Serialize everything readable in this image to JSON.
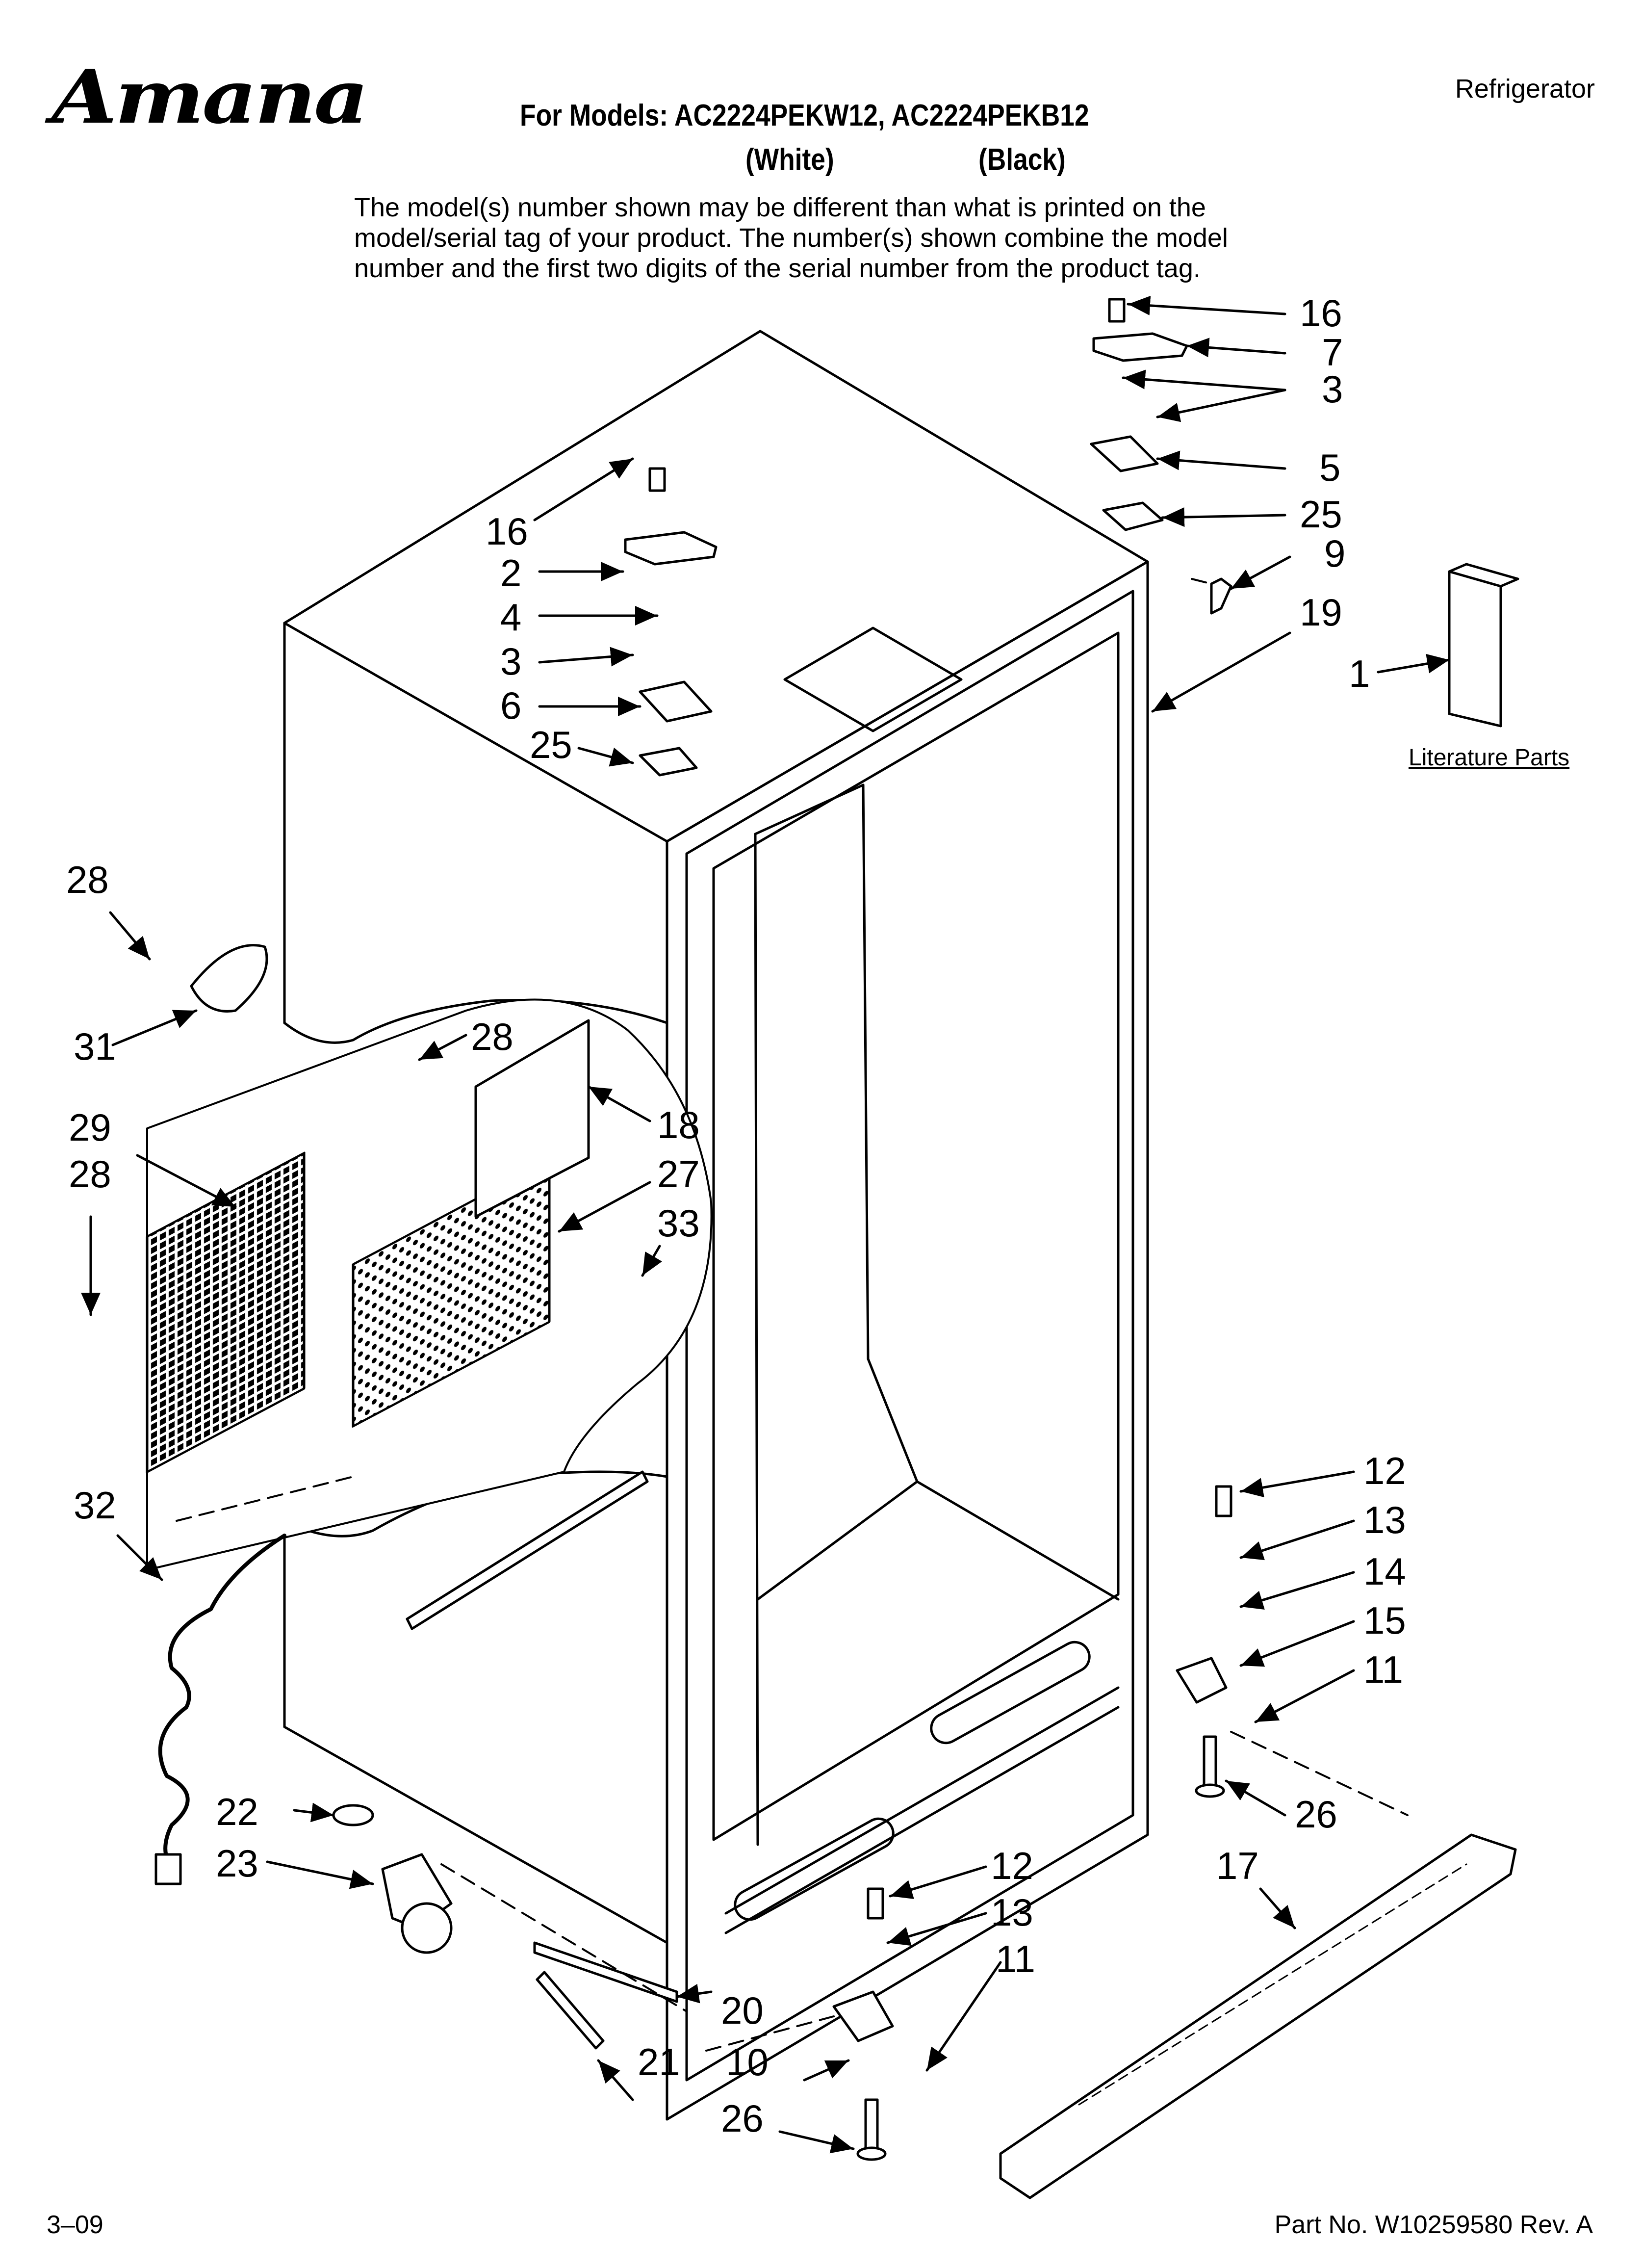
{
  "brand": "Amana",
  "category": "Refrigerator",
  "title": {
    "models_line": "For Models: AC2224PEKW12, AC2224PEKB12",
    "color_white": "(White)",
    "color_black": "(Black)"
  },
  "note_lines": [
    "The model(s) number shown may be different than what is printed on the",
    "model/serial tag of your product. The number(s) shown combine the model",
    "number and the first two digits of the serial number from the product tag."
  ],
  "literature_label": "Literature Parts",
  "footer": {
    "date": "3–09",
    "part_number": "Part No. W10259580 Rev. A"
  },
  "callouts": {
    "c16a": "16",
    "c7": "7",
    "c3a": "3",
    "c5": "5",
    "c25a": "25",
    "c9": "9",
    "c19": "19",
    "c1": "1",
    "c16b": "16",
    "c2": "2",
    "c4": "4",
    "c3b": "3",
    "c6": "6",
    "c25b": "25",
    "c28a": "28",
    "c31": "31",
    "c28b": "28",
    "c29": "29",
    "c28c": "28",
    "c18": "18",
    "c27": "27",
    "c33": "33",
    "c32": "32",
    "c22": "22",
    "c23": "23",
    "c12a": "12",
    "c13a": "13",
    "c14": "14",
    "c15": "15",
    "c11a": "11",
    "c26a": "26",
    "c17": "17",
    "c12b": "12",
    "c13b": "13",
    "c11b": "11",
    "c20": "20",
    "c21": "21",
    "c10": "10",
    "c26b": "26"
  }
}
